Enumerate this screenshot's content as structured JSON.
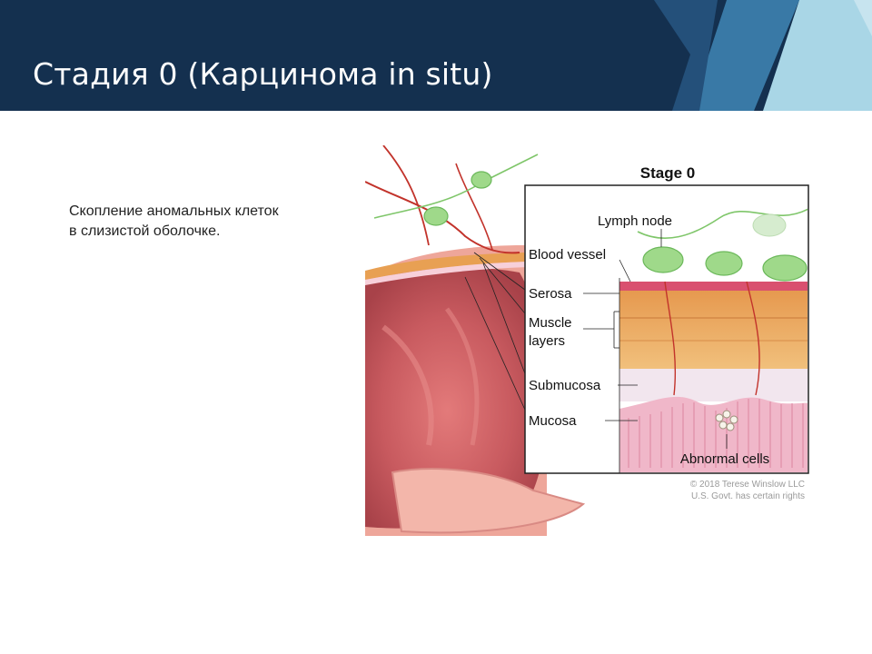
{
  "slide": {
    "title": "Стадия 0 (Карцинома in situ)",
    "body_lines": [
      "Скопление аномальных клеток",
      "в слизистой оболочке."
    ]
  },
  "diagram": {
    "stage_title": "Stage 0",
    "labels": {
      "lymph_node": "Lymph node",
      "blood_vessel": "Blood vessel",
      "serosa": "Serosa",
      "muscle_line1": "Muscle",
      "muscle_line2": "layers",
      "submucosa": "Submucosa",
      "mucosa": "Mucosa",
      "abnormal_cells": "Abnormal cells"
    },
    "copyright_line1": "© 2018 Terese Winslow LLC",
    "copyright_line2": "U.S. Govt. has certain rights"
  },
  "colors": {
    "header_bg": "#14304f",
    "title_text": "#ffffff",
    "body_text": "#222222",
    "accent_light": "#a9d6e6",
    "accent_mid": "#3f86b5",
    "serosa": "#d9506f",
    "muscle": "#e9a35c",
    "submucosa": "#f2e6ee",
    "mucosa": "#f0b7c9",
    "colon_outer": "#eea69a",
    "colon_inner": "#c85a5f",
    "lymph": "#9fd98a",
    "vessel": "#c2332b"
  }
}
